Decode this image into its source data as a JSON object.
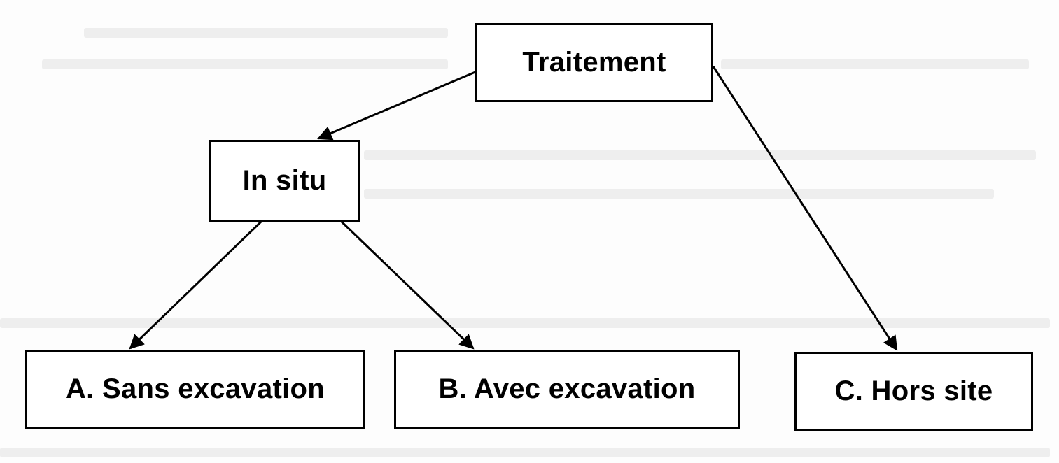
{
  "diagram": {
    "nodes": {
      "root": "Traitement",
      "in_situ": "In situ",
      "sans_excavation": "A. Sans excavation",
      "avec_excavation": "B. Avec excavation",
      "hors_site": "C. Hors site"
    },
    "edges": [
      {
        "from": "Traitement",
        "to": "In situ"
      },
      {
        "from": "Traitement",
        "to": "C. Hors site"
      },
      {
        "from": "In situ",
        "to": "A. Sans excavation"
      },
      {
        "from": "In situ",
        "to": "B. Avec excavation"
      }
    ],
    "colors": {
      "stroke": "#000000",
      "box_fill": "#ffffff",
      "background": "#fdfdfd"
    }
  }
}
